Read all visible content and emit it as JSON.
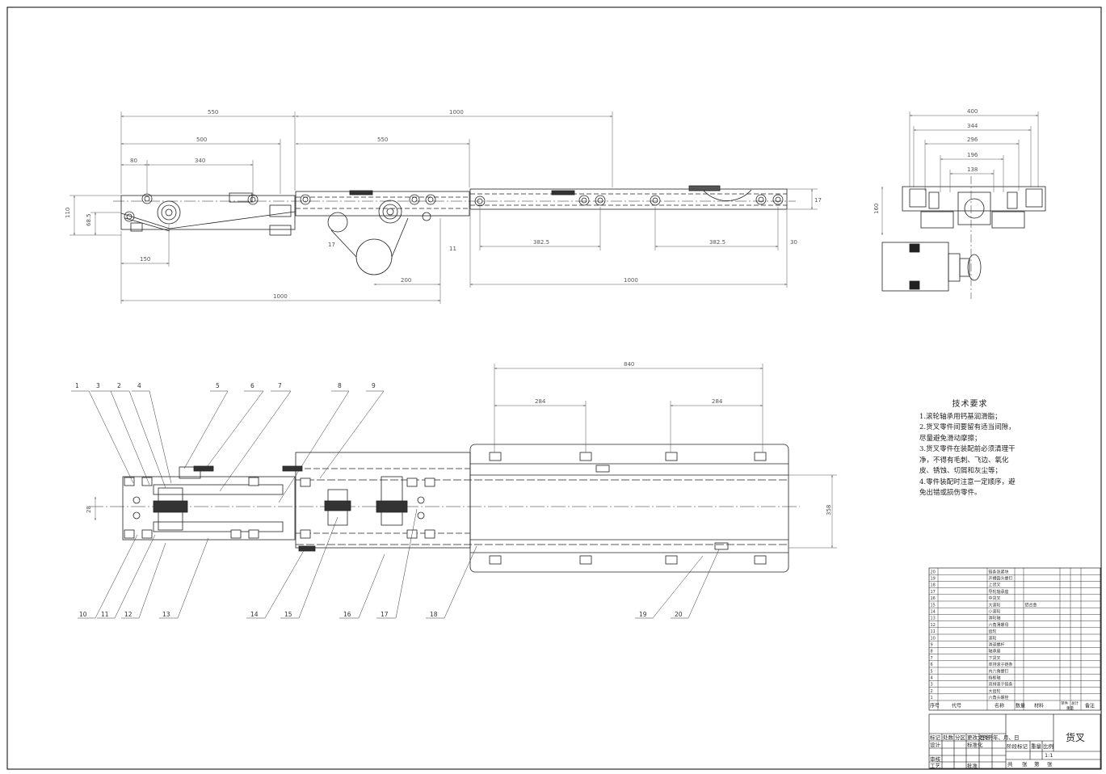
{
  "dimensions": {
    "side_top": [
      "550",
      "1000"
    ],
    "side_mid": [
      "500",
      "550"
    ],
    "side_inner": [
      "80",
      "340"
    ],
    "side_left_vert": [
      "110",
      "68.5"
    ],
    "side_bottom": [
      "150",
      "200",
      "1000"
    ],
    "side_right": [
      "382.5",
      "382.5",
      "1000"
    ],
    "side_small": [
      "17",
      "17",
      "11",
      "30"
    ],
    "end_view": [
      "400",
      "344",
      "296",
      "196",
      "138"
    ],
    "end_view_side": "160",
    "plan_top": [
      "840",
      "284",
      "284"
    ],
    "plan_left": "28",
    "plan_right": "358"
  },
  "part_labels": {
    "top": [
      "1",
      "3",
      "2",
      "4",
      "5",
      "6",
      "7",
      "8",
      "9"
    ],
    "bottom": [
      "10",
      "11",
      "12",
      "13",
      "14",
      "15",
      "16",
      "17",
      "18",
      "19",
      "20"
    ]
  },
  "tech_notes": {
    "title": "技术要求",
    "lines": [
      "1.滚轮轴承用钙基润滑脂；",
      "2.货叉零件间要留有适当间隙，尽量避免滑动摩擦；",
      "3.货叉零件在装配前必须清理干净，不得有毛刺、飞边、氧化皮、锈蚀、切屑和灰尘等；",
      "4.零件装配时注意一定顺序，避免出错或损伤零件。"
    ]
  },
  "bom": {
    "rows": [
      [
        "20",
        "",
        "链条张紧块",
        "",
        "",
        ""
      ],
      [
        "19",
        "",
        "开槽圆头螺钉",
        "",
        "",
        ""
      ],
      [
        "18",
        "",
        "上货叉",
        "",
        "",
        ""
      ],
      [
        "17",
        "",
        "导轮轴承座",
        "",
        "",
        ""
      ],
      [
        "16",
        "",
        "中货叉",
        "",
        "",
        ""
      ],
      [
        "15",
        "",
        "大滚轮",
        "",
        "铝合金",
        ""
      ],
      [
        "14",
        "",
        "小滚轮",
        "",
        "",
        ""
      ],
      [
        "13",
        "",
        "滑轮轴",
        "",
        "",
        ""
      ],
      [
        "12",
        "",
        "六角薄螺母",
        "",
        "",
        ""
      ],
      [
        "11",
        "",
        "齿轮",
        "",
        "",
        ""
      ],
      [
        "10",
        "",
        "滚轮",
        "",
        "",
        ""
      ],
      [
        "9",
        "",
        "滑道螺杆",
        "",
        "",
        ""
      ],
      [
        "8",
        "",
        "轴承座",
        "",
        "",
        ""
      ],
      [
        "7",
        "",
        "下货叉",
        "",
        "",
        ""
      ],
      [
        "6",
        "",
        "单排滚子链条",
        "",
        "",
        ""
      ],
      [
        "5",
        "",
        "内六角螺钉",
        "",
        "",
        ""
      ],
      [
        "4",
        "",
        "挡板轴",
        "",
        "",
        ""
      ],
      [
        "3",
        "",
        "双排滚子链条",
        "",
        "",
        ""
      ],
      [
        "2",
        "",
        "大齿轮",
        "",
        "",
        ""
      ],
      [
        "1",
        "",
        "六角头螺栓",
        "",
        "",
        ""
      ]
    ],
    "header": {
      "no": "序号",
      "code": "代号",
      "name": "名称",
      "qty": "数量",
      "material": "材料",
      "unit_weight": "单件",
      "total_weight": "总计",
      "weight": "重量",
      "remark": "备注"
    }
  },
  "title_block": {
    "part_name": "货叉",
    "sign_row": [
      "标记",
      "处数",
      "分区",
      "更改文件号",
      "签名",
      "年、月、日"
    ],
    "roles": [
      "设计",
      "标准化",
      "审核",
      "工艺",
      "批准"
    ],
    "stage_headers": [
      "阶段标记",
      "重量",
      "比例"
    ],
    "scale": "1:1",
    "sheet_info": [
      "共",
      "张",
      "第",
      "张"
    ]
  }
}
